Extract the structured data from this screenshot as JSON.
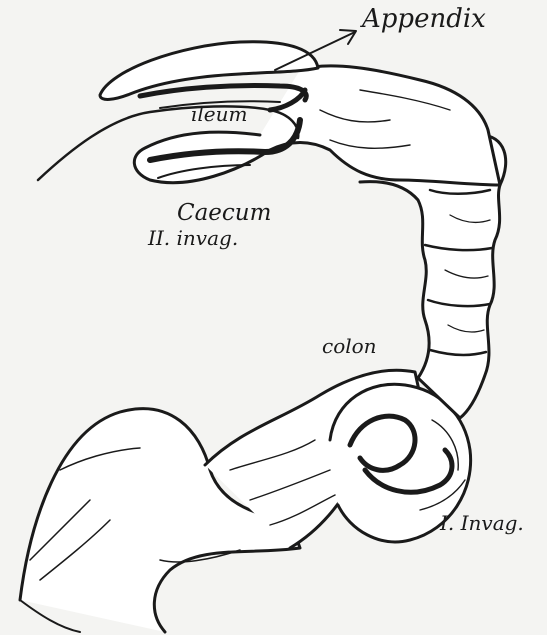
{
  "labels": {
    "appendix": "Appendix",
    "ileum": "ileum",
    "caecum": "Caecum",
    "invag_2": "II. invag.",
    "colon": "colon",
    "invag_1": "I. Invag."
  },
  "colors": {
    "ink": "#1a1a1a",
    "paper": "#f4f4f2",
    "fill": "#ffffff"
  }
}
